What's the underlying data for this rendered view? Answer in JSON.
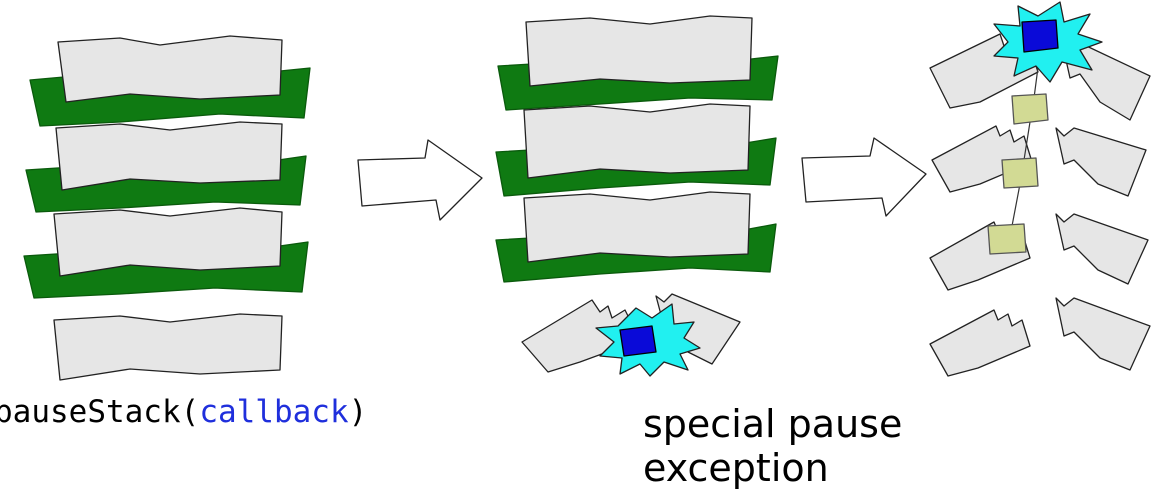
{
  "stage1": {
    "caption": {
      "function_name": "pauseStack",
      "open_paren": "(",
      "argument": "callback",
      "close_paren": ")"
    }
  },
  "stage3": {
    "caption_line1": "special pause",
    "caption_line2": "exception"
  },
  "colors": {
    "frame_fill": "#e6e6e6",
    "handler_green": "#0f7a12",
    "exception_burst": "#21f0f0",
    "exception_core": "#0a0ad8",
    "saved_frame": "#d2da94",
    "argument_text": "#1f2fdc"
  }
}
